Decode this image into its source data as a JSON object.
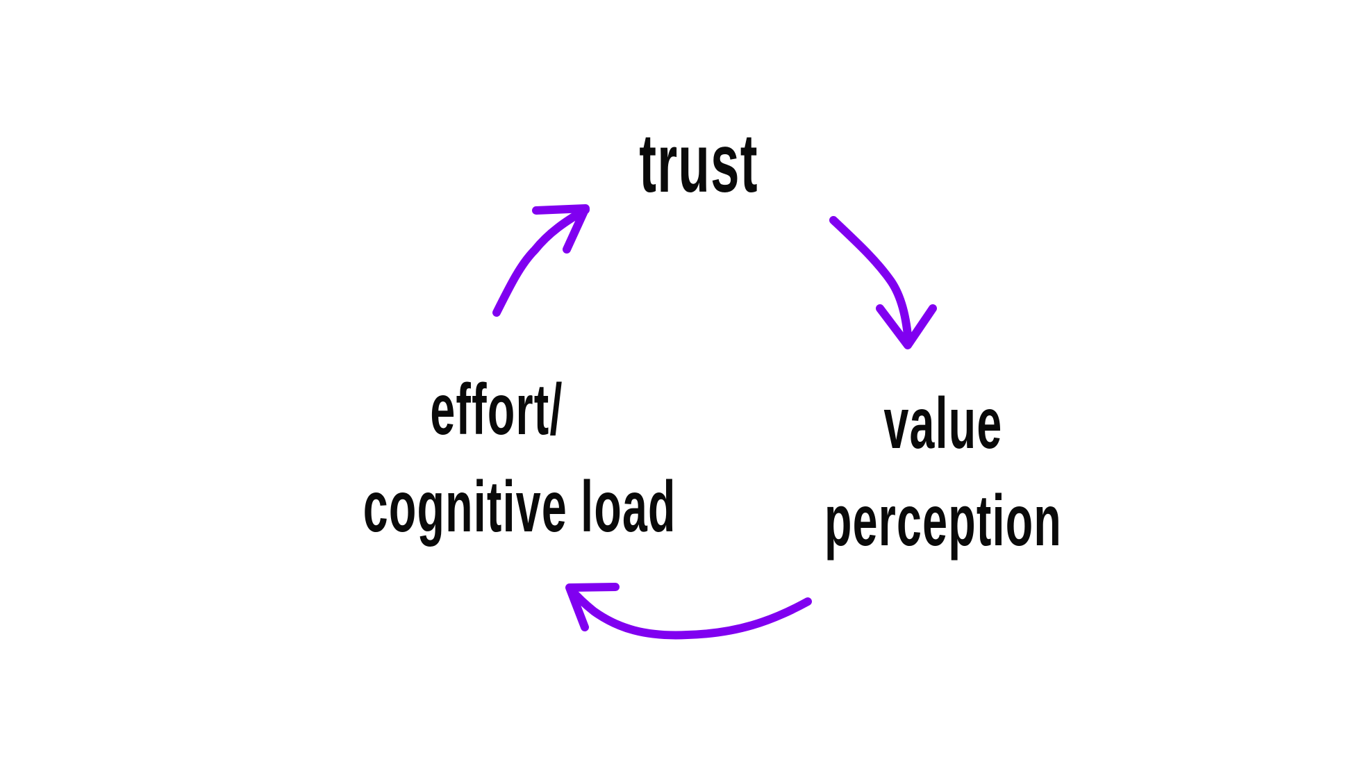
{
  "diagram": {
    "type": "cycle",
    "accent_color": "#8000F0",
    "text_color": "#0A0A0A",
    "background_color": "#FFFFFF",
    "nodes": [
      {
        "id": "trust",
        "lines": [
          "trust"
        ]
      },
      {
        "id": "value-perception",
        "lines": [
          "value",
          "perception"
        ]
      },
      {
        "id": "effort-cognitive-load",
        "lines": [
          "effort/",
          "cognitive load"
        ]
      }
    ],
    "edges": [
      {
        "from": "trust",
        "to": "value-perception",
        "icon": "arrow-icon"
      },
      {
        "from": "value-perception",
        "to": "effort-cognitive-load",
        "icon": "arrow-icon"
      },
      {
        "from": "effort-cognitive-load",
        "to": "trust",
        "icon": "arrow-icon"
      }
    ]
  }
}
